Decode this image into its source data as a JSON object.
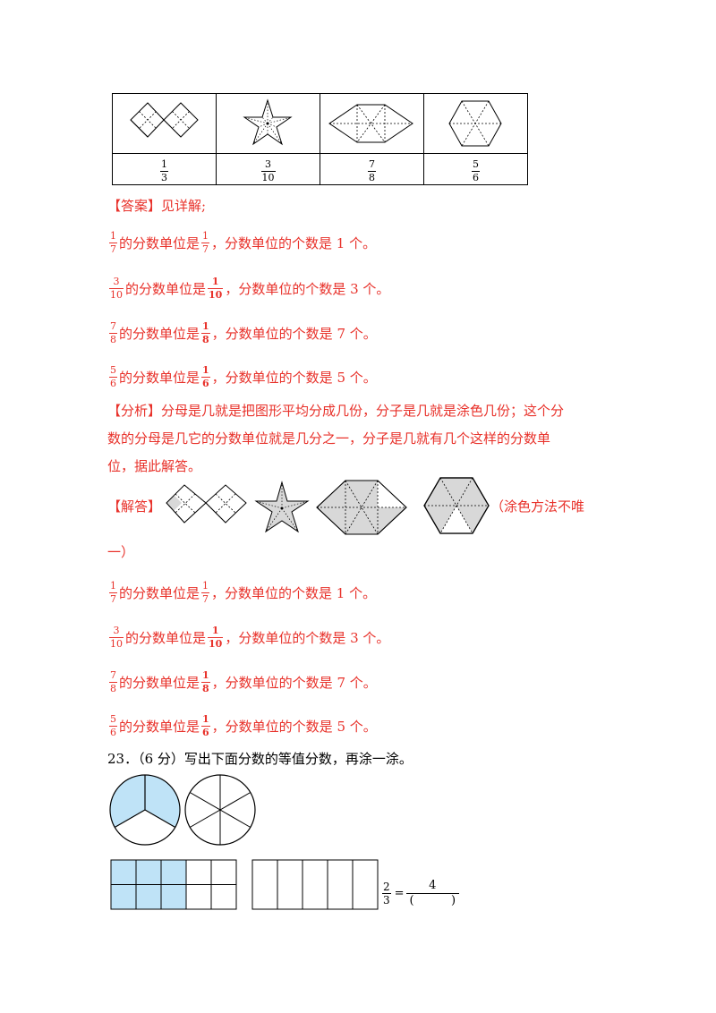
{
  "table": {
    "fractions": [
      {
        "num": "1",
        "den": "3"
      },
      {
        "num": "3",
        "den": "10"
      },
      {
        "num": "7",
        "den": "8"
      },
      {
        "num": "5",
        "den": "6"
      }
    ]
  },
  "answer": {
    "tag": "【答案】",
    "text": "见详解;"
  },
  "unit_lines": [
    {
      "n1": "1",
      "d1": "7",
      "mid": "的分数单位是",
      "n2": "1",
      "d2": "7",
      "tail": "，分数单位的个数是 1 个。"
    },
    {
      "n1": "3",
      "d1": "10",
      "mid": "的分数单位是",
      "n2": "1",
      "d2": "10",
      "tail": "，分数单位的个数是 3 个。"
    },
    {
      "n1": "7",
      "d1": "8",
      "mid": "的分数单位是",
      "n2": "1",
      "d2": "8",
      "tail": "，分数单位的个数是 7 个。"
    },
    {
      "n1": "5",
      "d1": "6",
      "mid": "的分数单位是",
      "n2": "1",
      "d2": "6",
      "tail": "，分数单位的个数是 5 个。"
    }
  ],
  "analysis": {
    "tag": "【分析】",
    "line1": "分母是几就是把图形平均分成几份，分子是几就是涂色几份；这个分",
    "line2": "数的分母是几它的分数单位就是几分之一，分子是几就有几个这样的分数单",
    "line3": "位，据此解答。"
  },
  "solution": {
    "tag": "【解答】",
    "note1": "（涂色方法不唯",
    "note2": "一）"
  },
  "question23": {
    "text": "23．（6 分）写出下面分数的等值分数，再涂一涂。",
    "eq_num": "2",
    "eq_den": "3",
    "eq_sign": "=",
    "eq_right_num": "4",
    "eq_right_den": "(          )"
  },
  "colors": {
    "answer_red": "#e8312a",
    "shade_blue": "#bfe3f7",
    "shade_gray": "#d8d8d8"
  }
}
